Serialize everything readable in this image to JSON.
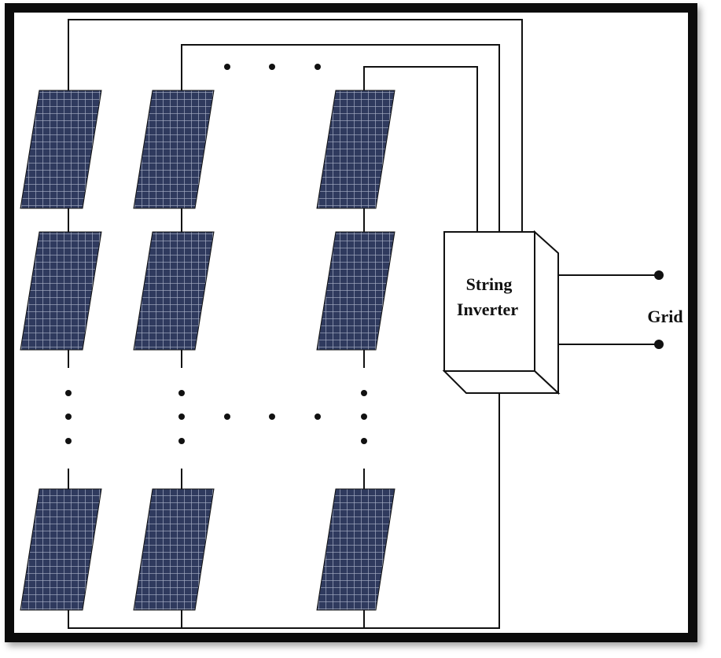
{
  "diagram": {
    "inverter": {
      "line1": "String",
      "line2": "Inverter"
    },
    "grid_label": "Grid",
    "colors": {
      "panel": "#2f3a5e",
      "panel_grid": "#aab2c8",
      "wire": "#111111",
      "frame": "#0b0b0b"
    }
  }
}
